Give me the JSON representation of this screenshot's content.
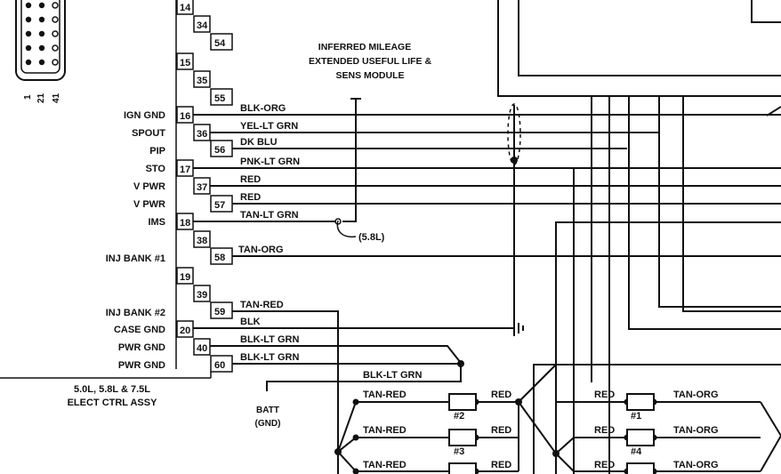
{
  "connector_numbers": [
    "1",
    "21",
    "41"
  ],
  "module_title_lines": [
    "INFERRED MILEAGE",
    "EXTENDED USEFUL LIFE &",
    "SENS MODULE"
  ],
  "pins": [
    "14",
    "34",
    "54",
    "15",
    "35",
    "55",
    "16",
    "36",
    "56",
    "17",
    "37",
    "57",
    "18",
    "38",
    "58",
    "19",
    "39",
    "59",
    "20",
    "40",
    "60"
  ],
  "signals": {
    "ign_gnd": "IGN GND",
    "spout": "SPOUT",
    "pip": "PIP",
    "sto": "STO",
    "vpwr1": "V PWR",
    "vpwr2": "V PWR",
    "ims": "IMS",
    "inj1": "INJ BANK #1",
    "inj2": "INJ BANK #2",
    "case_gnd": "CASE GND",
    "pwr_gnd1": "PWR GND",
    "pwr_gnd2": "PWR GND"
  },
  "wires": {
    "w16": "BLK-ORG",
    "w36": "YEL-LT GRN",
    "w56": "DK BLU",
    "w17": "PNK-LT GRN",
    "w37": "RED",
    "w57": "RED",
    "w18": "TAN-LT GRN",
    "w58": "TAN-ORG",
    "w59": "TAN-RED",
    "w20": "BLK",
    "w40": "BLK-LT GRN",
    "w60": "BLK-LT GRN",
    "batt_wire": "BLK-LT GRN"
  },
  "note_58l": "(5.8L)",
  "ecu_label_lines": [
    "5.0L, 5.8L & 7.5L",
    "ELECT CTRL ASSY"
  ],
  "batt_label_lines": [
    "BATT",
    "(GND)"
  ],
  "injectors": {
    "left": [
      {
        "in": "TAN-RED",
        "out": "RED",
        "num": "#2"
      },
      {
        "in": "TAN-RED",
        "out": "RED",
        "num": "#3"
      },
      {
        "in": "TAN-RED",
        "out": "RED",
        "num": ""
      }
    ],
    "right": [
      {
        "in": "RED",
        "out": "TAN-ORG",
        "num": "#1"
      },
      {
        "in": "RED",
        "out": "TAN-ORG",
        "num": "#4"
      },
      {
        "in": "RED",
        "out": "TAN-ORG",
        "num": ""
      }
    ]
  }
}
